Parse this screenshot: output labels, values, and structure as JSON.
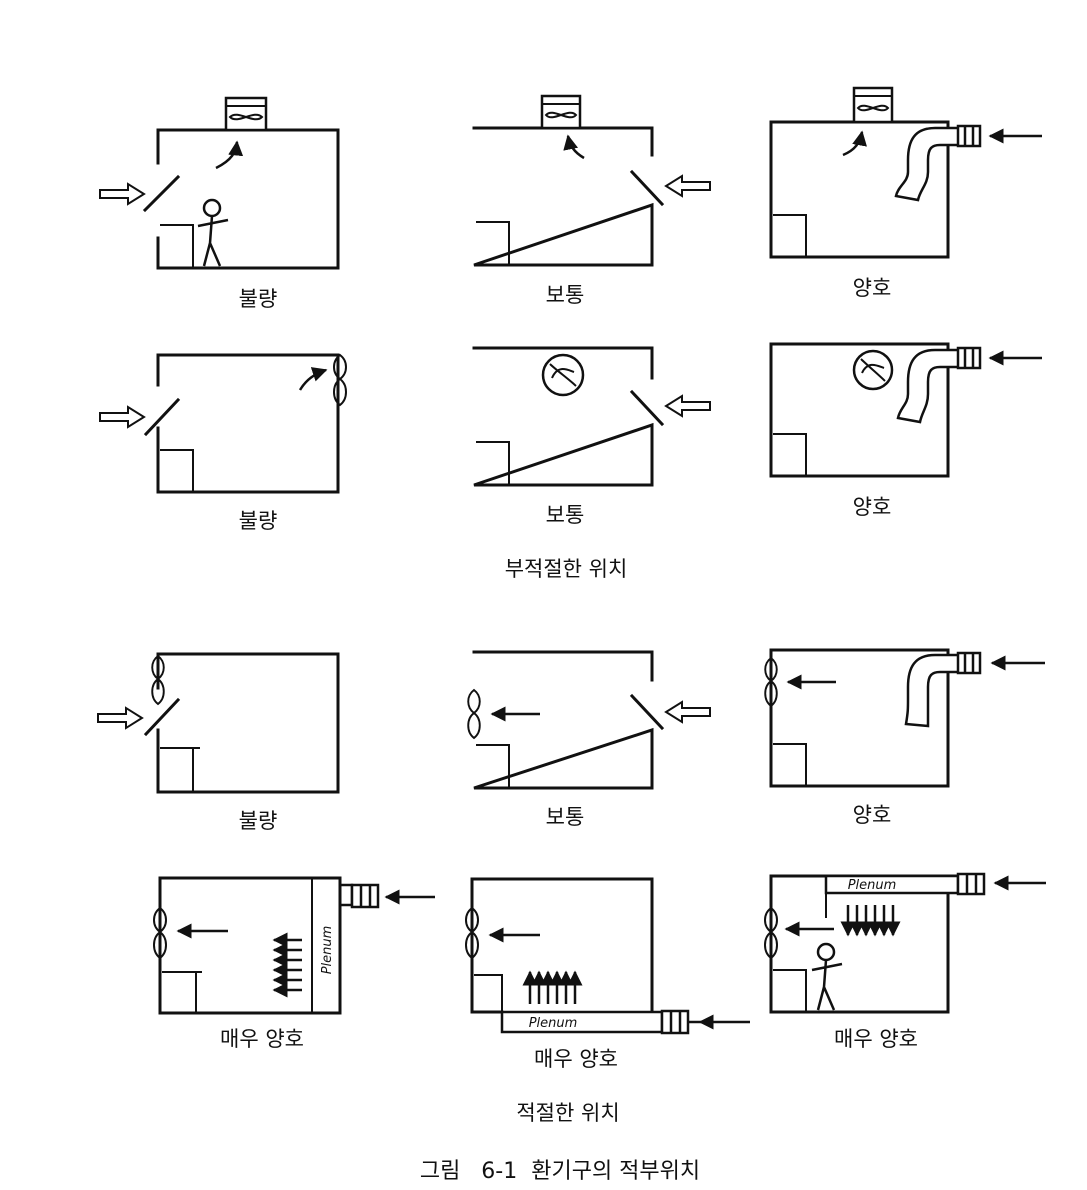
{
  "labels": {
    "r1c1": "불량",
    "r1c2": "보통",
    "r1c3": "양호",
    "r2c1": "불량",
    "r2c2": "보통",
    "r2c3": "양호",
    "r3c1": "불량",
    "r3c2": "보통",
    "r3c3": "양호",
    "r4c1": "매우 양호",
    "r4c2": "매우 양호",
    "r4c3": "매우 양호"
  },
  "sections": {
    "inappropriate": "부적절한 위치",
    "appropriate": "적절한 위치"
  },
  "plenum": "Plenum",
  "caption": "그림   6-1  환기구의 적부위치"
}
